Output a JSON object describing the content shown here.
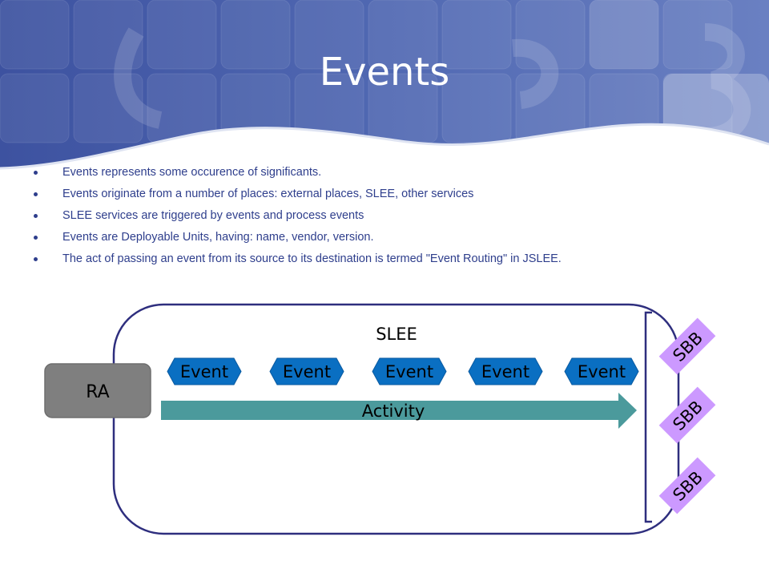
{
  "slide": {
    "title": "Events",
    "bullets": [
      "Events represents some occurence of significants.",
      "Events originate from a number of places: external places, SLEE, other services",
      "SLEE services are triggered by events and process events",
      "Events are Deployable Units, having: name, vendor, version.",
      "The act of passing an event from its source to its destination is termed \"Event Routing\" in JSLEE."
    ]
  },
  "diagram": {
    "container_label": "SLEE",
    "source_label": "RA",
    "events": [
      "Event",
      "Event",
      "Event",
      "Event",
      "Event"
    ],
    "activity_label": "Activity",
    "sbbs": [
      "SBB",
      "SBB",
      "SBB"
    ]
  },
  "colors": {
    "banner": "#4c63ad",
    "banner_dark": "#3a4f99",
    "text": "#2e3e8c",
    "container_stroke": "#2e2e7e",
    "ra_fill": "#7f7f7f",
    "event_fill": "#0a6fc2",
    "activity_fill": "#4b9a9c",
    "sbb_fill": "#cc99ff"
  }
}
